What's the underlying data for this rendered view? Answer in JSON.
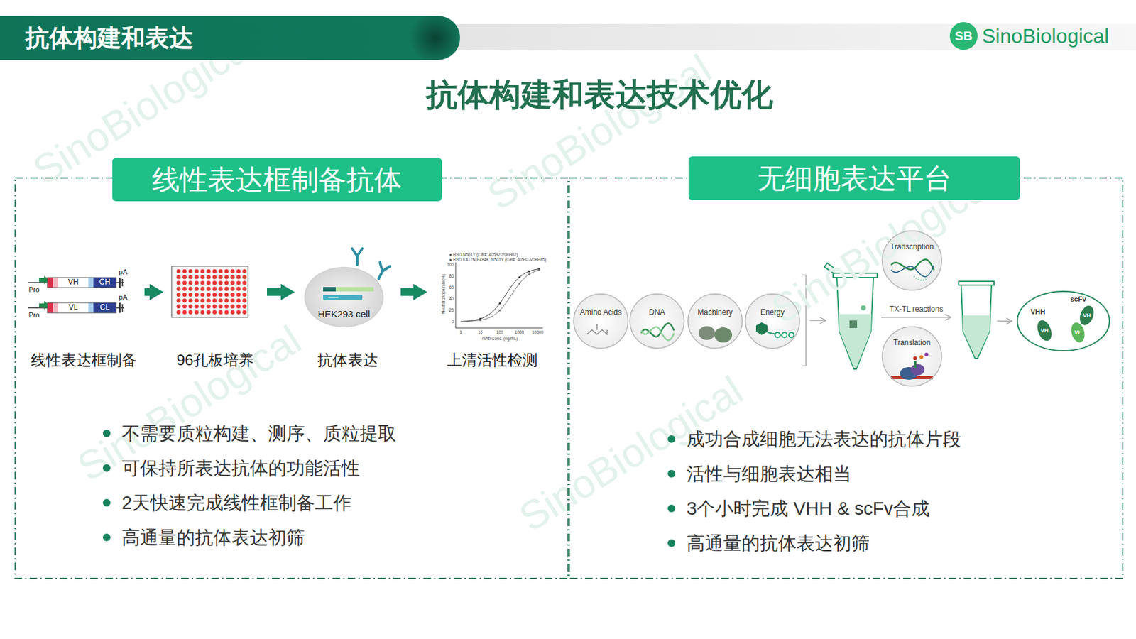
{
  "diagram": {
    "title": "抗体构建和表达技术优化",
    "nodes": [
      {
        "text": [
          "抗体构建和表达"
        ]
      },
      {
        "text": [
          "不需要质粒构建、测序、质粒提取",
          "可保持所表达抗体的功能活性",
          "2天快速完成线性框制备工作",
          "高通量的抗体表达初筛"
        ]
      },
      {
        "text": [
          "线性表达框制备抗体"
        ],
        "in": 1
      },
      {
        "text": [
          "线性表达框制备"
        ],
        "in": 1
      },
      {
        "text": [
          "96孔板培养"
        ],
        "in": 1
      },
      {
        "text": [
          "抗体表达"
        ],
        "in": 1
      },
      {
        "text": [
          "HEK293 cell"
        ],
        "in": 5
      },
      {
        "text": [
          "上清活性检测"
        ],
        "in": 1
      },
      {
        "text": [
          "成功合成细胞无法表达的抗体片段",
          "活性与细胞表达相当",
          "3个小时完成 VHH & scFv合成",
          "高通量的抗体表达初筛"
        ]
      },
      {
        "text": [
          "无细胞表达平台"
        ],
        "in": 8
      },
      {
        "text": [
          "Amino Acids"
        ],
        "in": 8
      },
      {
        "text": [
          "DNA"
        ],
        "in": 8
      },
      {
        "text": [
          "Machinery"
        ],
        "in": 8
      },
      {
        "text": [
          "Energy"
        ],
        "in": 8
      },
      {
        "text": [
          "Transcription"
        ],
        "in": 8
      },
      {
        "text": [
          "Translation"
        ],
        "in": 8
      },
      {
        "text": [
          "scFv",
          "VHH"
        ],
        "in": 8
      }
    ],
    "edges": [
      {
        "from": 3,
        "to": 4,
        "arrow": "to"
      },
      {
        "from": 4,
        "to": 5,
        "arrow": "to"
      },
      {
        "from": 5,
        "to": 7,
        "arrow": "to"
      }
    ],
    "labels": [
      "SB",
      "SinoBiological",
      "Pro",
      "VH",
      "CH",
      "pA",
      "Pro",
      "VL",
      "CL",
      "pA",
      "RBD N501Y (Cat#: 40592-V08H82)",
      "RBD K417N,E484K, N501Y (Cat#: 40592-V08H85)",
      "Neutralization rate(%)",
      "100",
      "80",
      "60",
      "40",
      "20",
      "0",
      "1",
      "10",
      "100",
      "1000",
      "10000",
      "mAb Conc. (ng/mL)",
      "TX-TL reactions",
      "VH",
      "VH",
      "VL",
      "SinoBiological",
      "SinoBiological",
      "SinoBiological",
      "SinoBiological",
      "SinoBiological"
    ]
  }
}
